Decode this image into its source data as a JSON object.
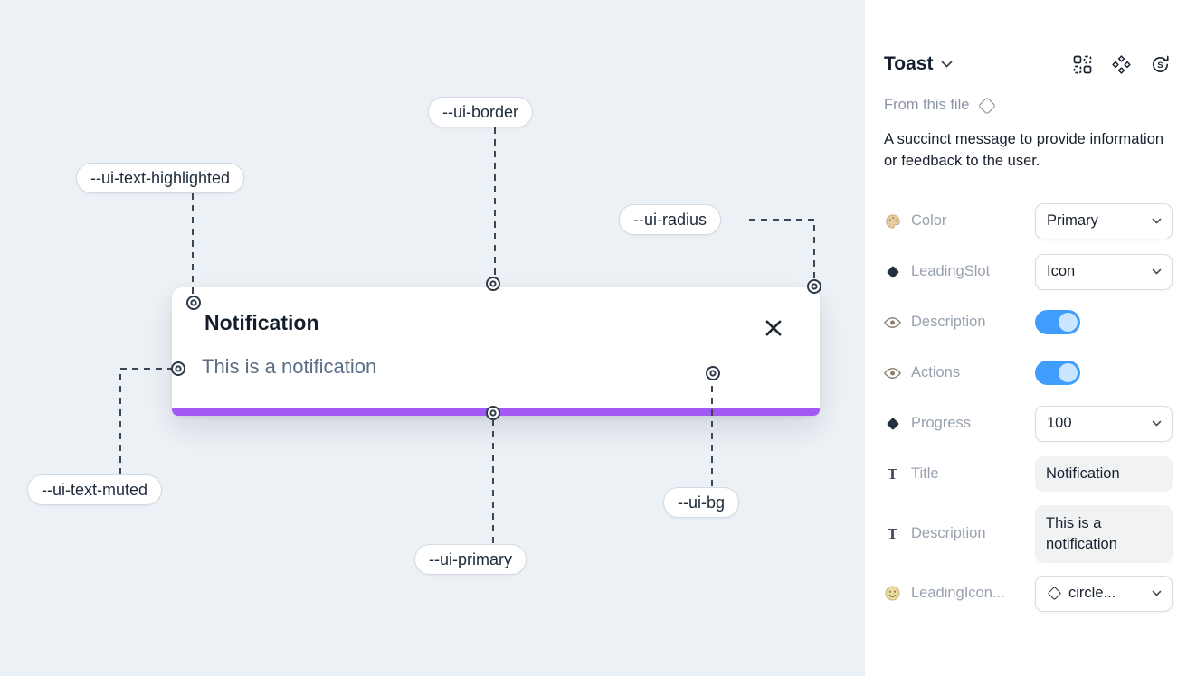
{
  "colors": {
    "accent": "#a259f3",
    "toggle-on": "#3f9dfd",
    "canvas-bg": "#ecf1f6"
  },
  "canvas": {
    "toast": {
      "title": "Notification",
      "description": "This is a notification"
    },
    "tokens": [
      {
        "label": "--ui-border"
      },
      {
        "label": "--ui-text-highlighted"
      },
      {
        "label": "--ui-radius"
      },
      {
        "label": "--ui-text-muted"
      },
      {
        "label": "--ui-primary"
      },
      {
        "label": "--ui-bg"
      }
    ]
  },
  "panel": {
    "title": "Toast",
    "source": "From this file",
    "description": "A succinct message to provide information or feedback to the user.",
    "properties": [
      {
        "icon": "palette-icon",
        "label": "Color",
        "control": "select",
        "value": "Primary"
      },
      {
        "icon": "diamond-icon",
        "label": "LeadingSlot",
        "control": "select",
        "value": "Icon"
      },
      {
        "icon": "eye-icon",
        "label": "Description",
        "control": "toggle",
        "value": "on"
      },
      {
        "icon": "eye-icon",
        "label": "Actions",
        "control": "toggle",
        "value": "on"
      },
      {
        "icon": "diamond-icon",
        "label": "Progress",
        "control": "select",
        "value": "100"
      },
      {
        "icon": "text-icon",
        "label": "Title",
        "control": "text",
        "value": "Notification",
        "glyph": "T"
      },
      {
        "icon": "text-icon",
        "label": "Description",
        "control": "textarea",
        "value": "This is a notification",
        "glyph": "T"
      },
      {
        "icon": "smiley-icon",
        "label": "LeadingIcon...",
        "control": "select-icon",
        "value": "circle..."
      }
    ]
  }
}
